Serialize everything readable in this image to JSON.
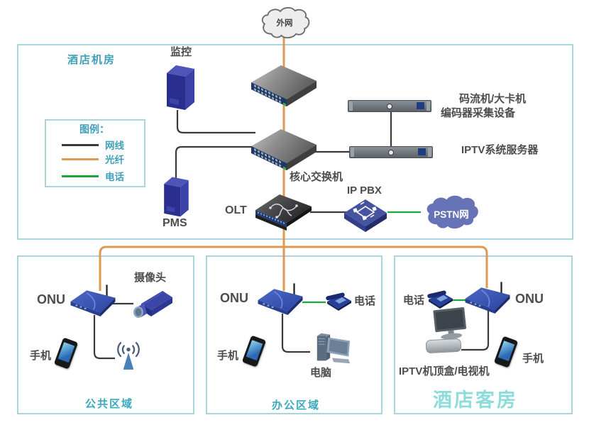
{
  "colors": {
    "box_border": "#a9d6da",
    "teal_label": "#3f9fb8",
    "gray_label": "#4d4d4d",
    "fiber_orange": "#dd9a52",
    "netline_black": "#3a3a3a",
    "phone_green": "#19a73e",
    "pstn_cloud_blue": "#6673b6",
    "guest_title_teal": "#8cdcda"
  },
  "clouds": {
    "external": {
      "label": "外网"
    },
    "pstn": {
      "label": "PSTN网"
    }
  },
  "machine_room": {
    "title": "酒店机房",
    "legend": {
      "title": "图例：",
      "items": [
        {
          "label": "网线",
          "color": "#3a3a3a"
        },
        {
          "label": "光纤",
          "color": "#dd9a52"
        },
        {
          "label": "电话",
          "color": "#19a73e"
        }
      ]
    },
    "devices": {
      "monitor_server": "监控",
      "pms_server": "PMS",
      "core_switch": "核心交换机",
      "olt": "OLT",
      "ippbx": "IP PBX",
      "encoder_line1": "码流机/大卡机",
      "encoder_line2": "编码器采集设备",
      "iptv_server": "IPTV系统服务器"
    }
  },
  "zones": {
    "public": {
      "title": "公共区域",
      "labels": {
        "onu": "ONU",
        "camera": "摄像头",
        "mobile": "手机"
      }
    },
    "office": {
      "title": "办公区域",
      "labels": {
        "onu": "ONU",
        "telephone": "电话",
        "mobile": "手机",
        "pc": "电脑"
      }
    },
    "guest": {
      "title": "酒店客房",
      "labels": {
        "onu": "ONU",
        "telephone": "电话",
        "mobile": "手机",
        "stb_tv": "IPTV机顶盒/电视机"
      }
    }
  }
}
